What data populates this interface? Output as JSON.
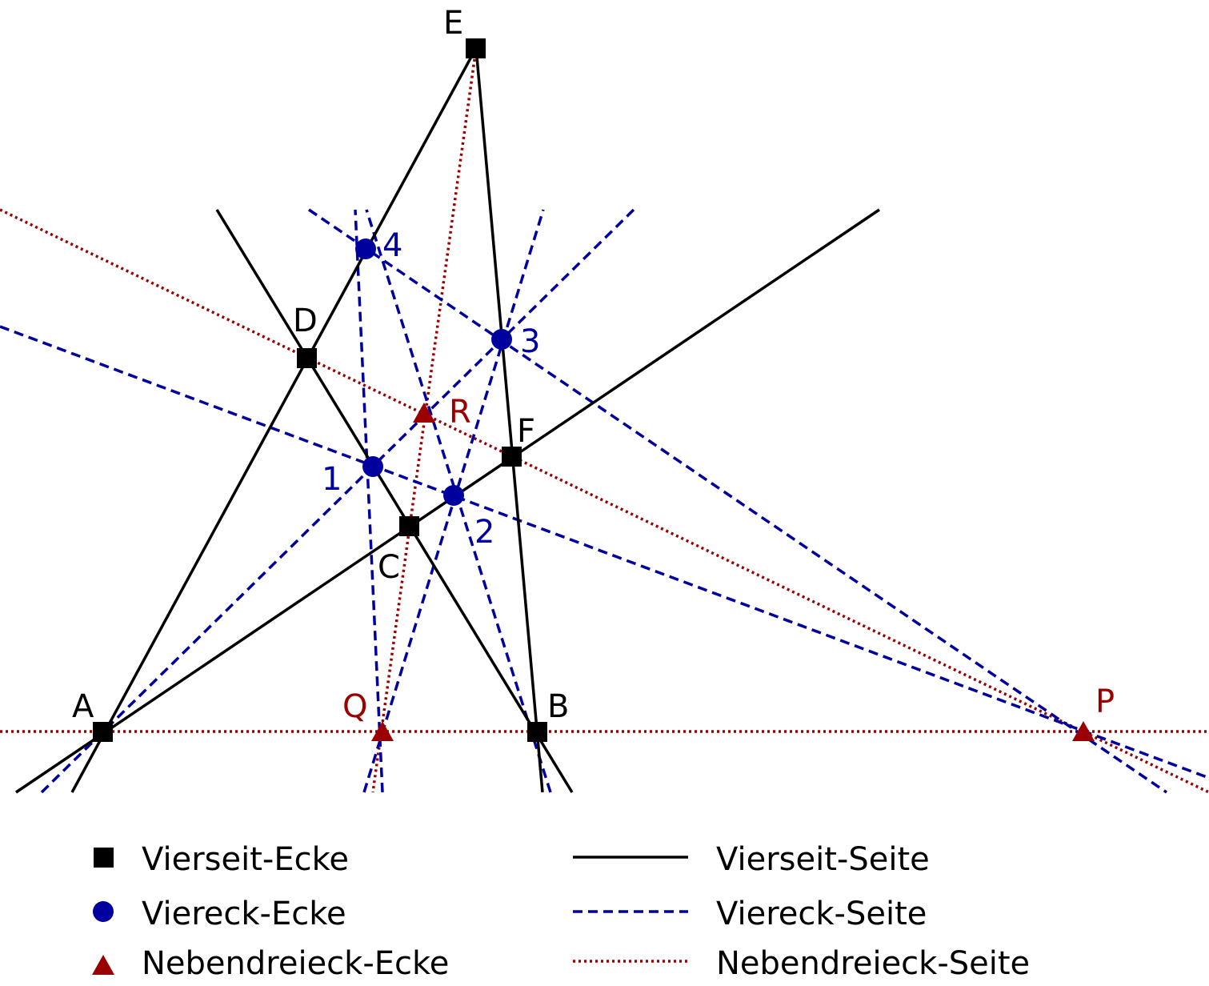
{
  "colors": {
    "vierseit": "#000000",
    "viereck": "#00009e",
    "nebendreieck": "#9b0000"
  },
  "points": {
    "vierseit": [
      {
        "label": "A"
      },
      {
        "label": "B"
      },
      {
        "label": "C"
      },
      {
        "label": "D"
      },
      {
        "label": "E"
      },
      {
        "label": "F"
      }
    ],
    "viereck": [
      {
        "label": "1"
      },
      {
        "label": "2"
      },
      {
        "label": "3"
      },
      {
        "label": "4"
      }
    ],
    "nebendreieck": [
      {
        "label": "P"
      },
      {
        "label": "Q"
      },
      {
        "label": "R"
      }
    ]
  },
  "legend": {
    "vierseit_ecke": "Vierseit-Ecke",
    "viereck_ecke": "Viereck-Ecke",
    "nebendreieck_ecke": "Nebendreieck-Ecke",
    "vierseit_seite": "Vierseit-Seite",
    "viereck_seite": "Viereck-Seite",
    "nebendreieck_seite": "Nebendreieck-Seite"
  }
}
